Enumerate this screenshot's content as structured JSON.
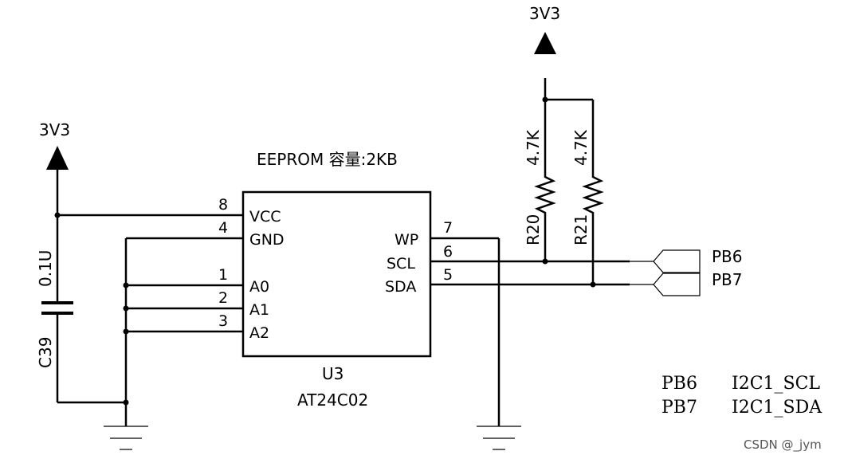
{
  "capacitor": {
    "supply": "3V3",
    "value": "0.1U",
    "ref": "C39"
  },
  "pullup": {
    "supply": "3V3"
  },
  "resistors": [
    {
      "ref": "R20",
      "value": "4.7K"
    },
    {
      "ref": "R21",
      "value": "4.7K"
    }
  ],
  "eeprom": {
    "title": "EEPROM 容量:2KB",
    "ref": "U3",
    "part": "AT24C02",
    "left_pins": [
      {
        "num": "8",
        "name": "VCC"
      },
      {
        "num": "4",
        "name": "GND"
      },
      {
        "num": "1",
        "name": "A0"
      },
      {
        "num": "2",
        "name": "A1"
      },
      {
        "num": "3",
        "name": "A2"
      }
    ],
    "right_pins": [
      {
        "num": "7",
        "name": "WP"
      },
      {
        "num": "6",
        "name": "SCL"
      },
      {
        "num": "5",
        "name": "SDA"
      }
    ]
  },
  "net_ports": [
    "PB6",
    "PB7"
  ],
  "legend": [
    {
      "pin": "PB6",
      "func": "I2C1_SCL"
    },
    {
      "pin": "PB7",
      "func": "I2C1_SDA"
    }
  ],
  "watermark": "CSDN @_jym"
}
